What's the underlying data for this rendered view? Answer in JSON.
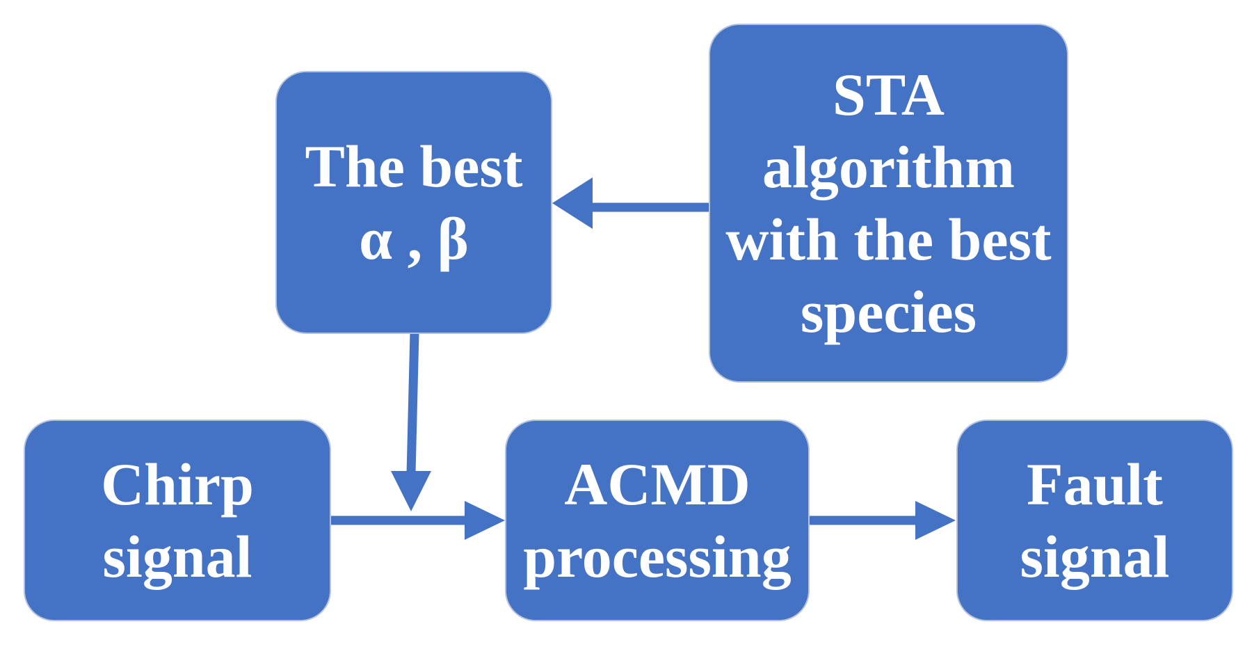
{
  "diagram": {
    "colors": {
      "box_fill": "#4472c4",
      "box_border": "#b4c2dc",
      "arrow": "#4472c4",
      "text": "#ffffff"
    },
    "nodes": {
      "best_params": {
        "line1": "The best",
        "line2": "α , β"
      },
      "sta_algorithm": {
        "line1": "STA",
        "line2": "algorithm",
        "line3": "with the best",
        "line4": "species"
      },
      "chirp_signal": {
        "line1": "Chirp",
        "line2": "signal"
      },
      "acmd_processing": {
        "line1": "ACMD",
        "line2": "processing"
      },
      "fault_signal": {
        "line1": "Fault",
        "line2": "signal"
      }
    },
    "edges": [
      {
        "from": "sta_algorithm",
        "to": "best_params"
      },
      {
        "from": "best_params",
        "to": "acmd_processing"
      },
      {
        "from": "chirp_signal",
        "to": "acmd_processing"
      },
      {
        "from": "acmd_processing",
        "to": "fault_signal"
      }
    ]
  }
}
